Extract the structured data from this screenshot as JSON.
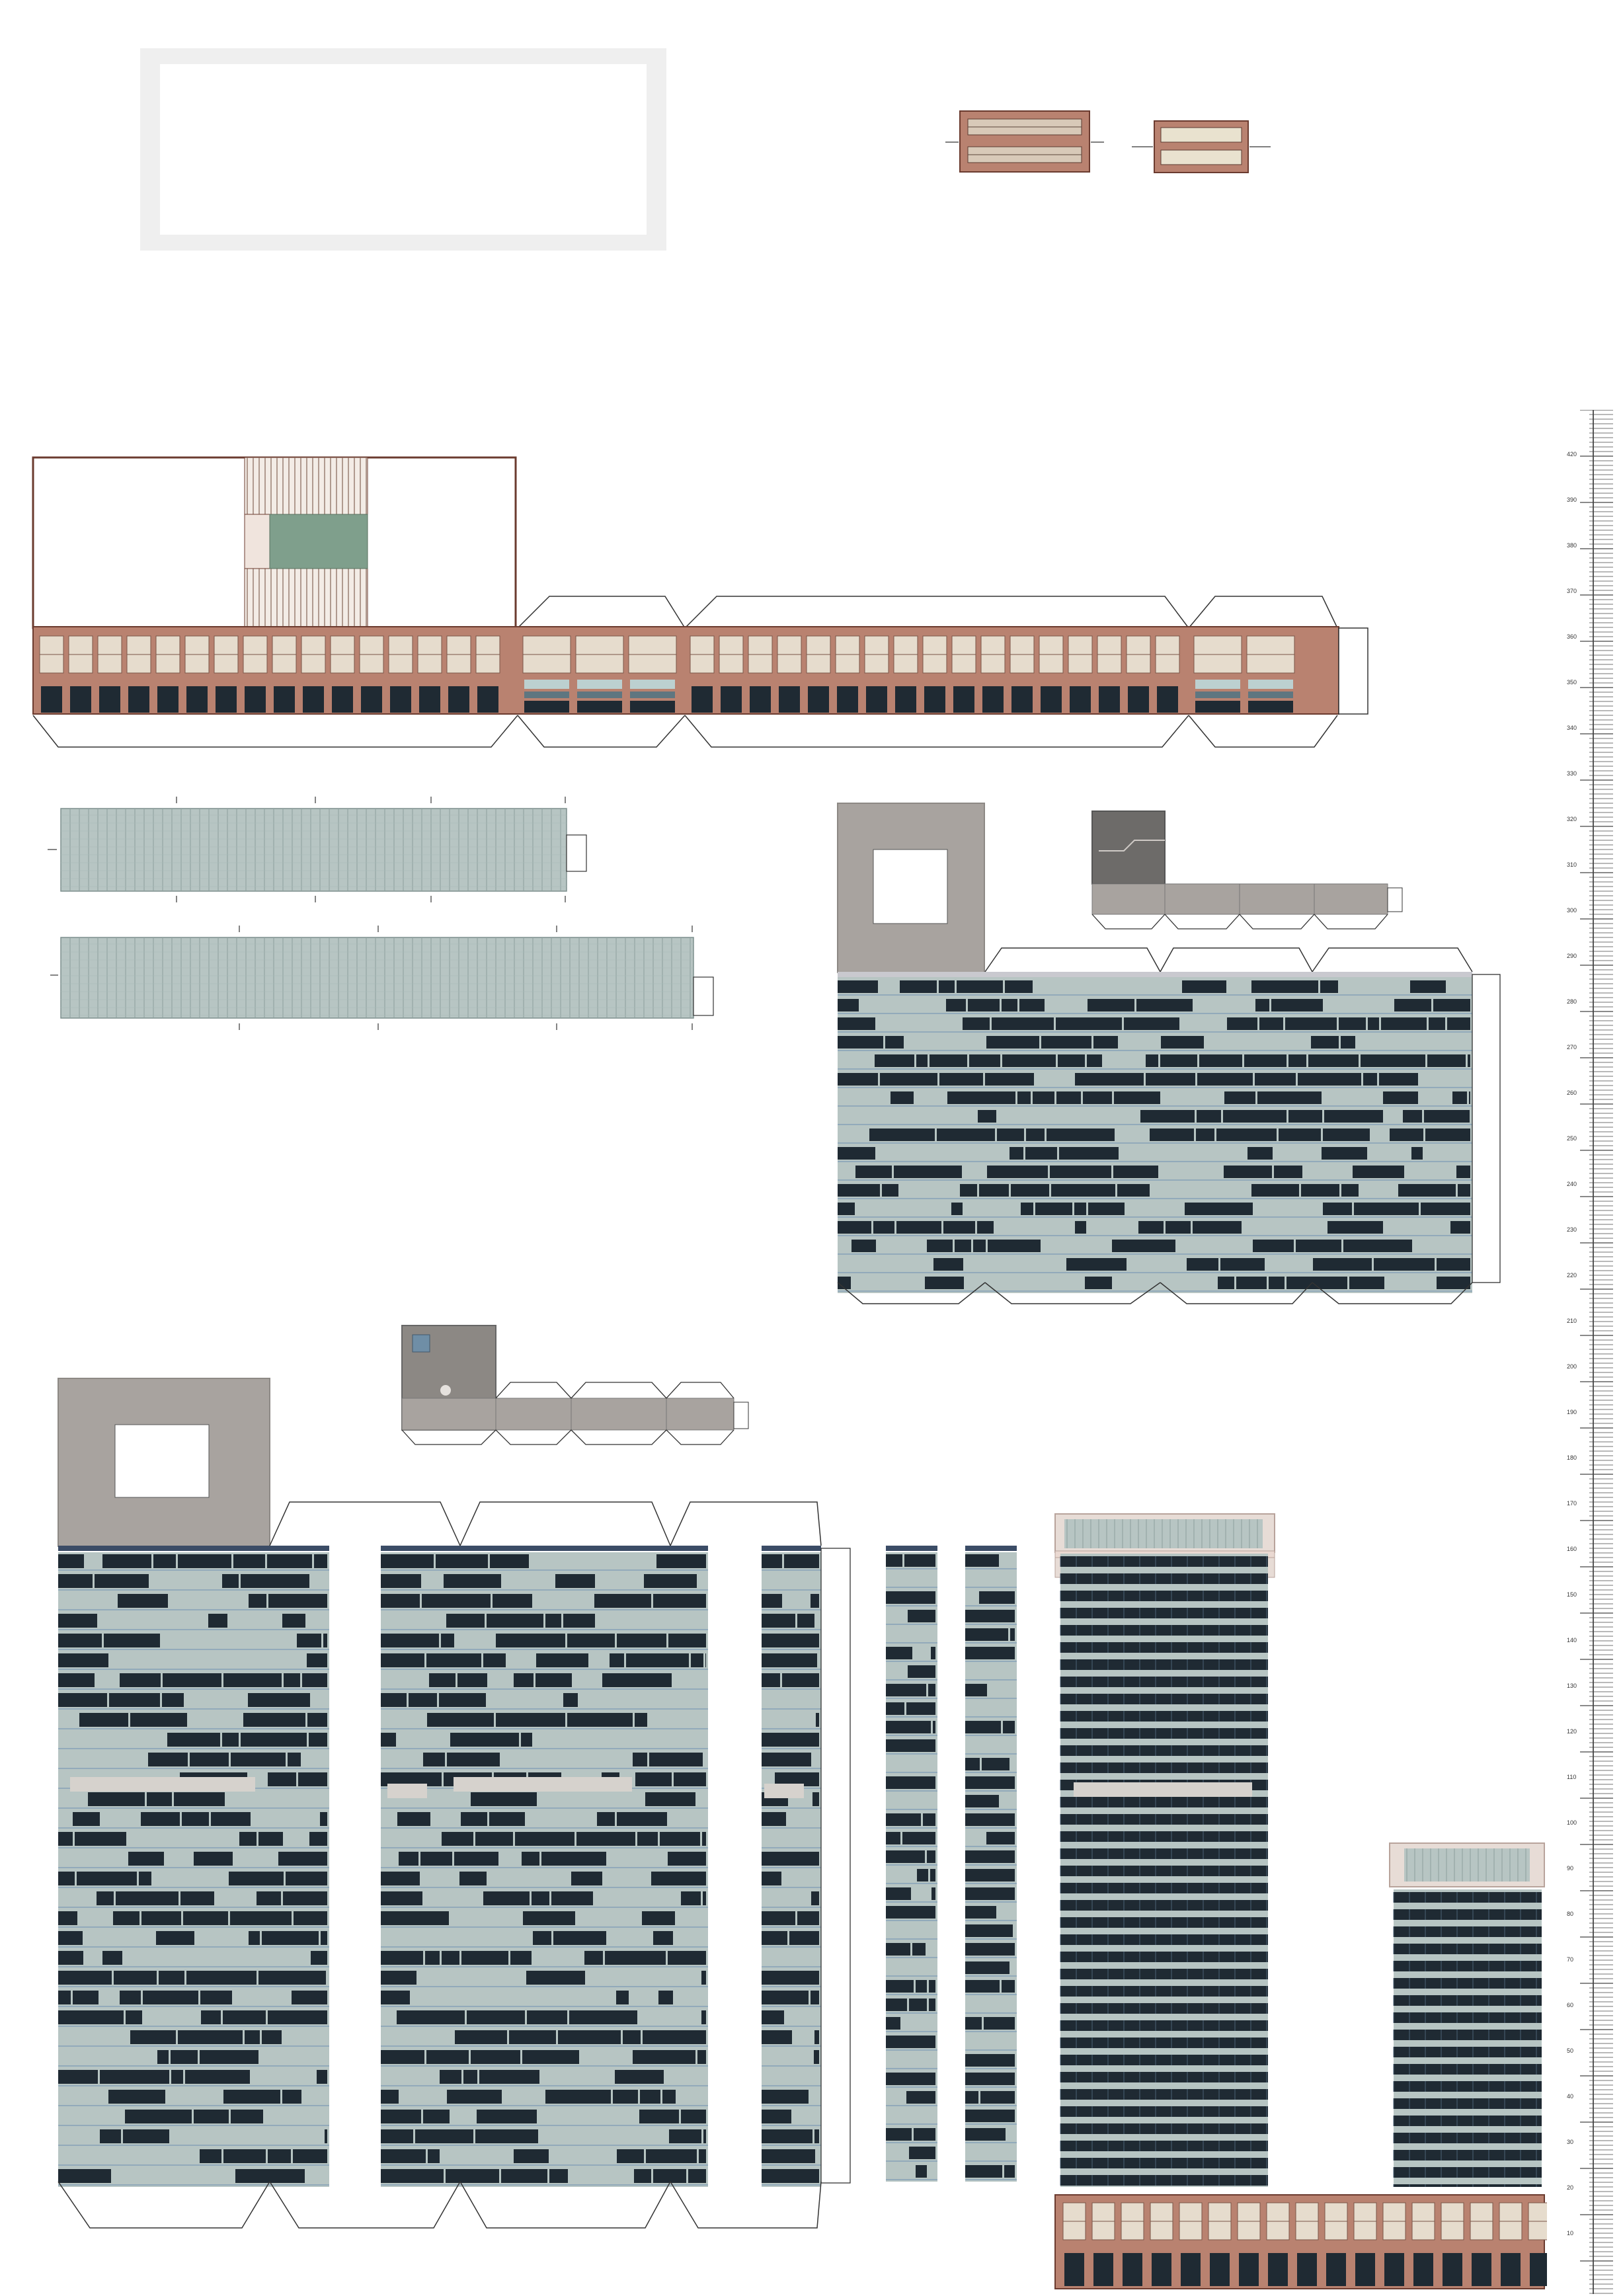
{
  "sheet": {
    "title": "",
    "scale_ruler": {
      "labels": [
        "420",
        "390",
        "380",
        "370",
        "360",
        "350",
        "340",
        "330",
        "320",
        "310",
        "300",
        "290",
        "280",
        "270",
        "260",
        "250",
        "240",
        "230",
        "220",
        "210",
        "200",
        "190",
        "180",
        "170",
        "160",
        "150",
        "140",
        "130",
        "120",
        "110",
        "100",
        "90",
        "80",
        "70",
        "60",
        "50",
        "40",
        "30",
        "20",
        "10"
      ]
    },
    "parts": [
      {
        "name": "blank-label-frame"
      },
      {
        "name": "small-brick-block-a"
      },
      {
        "name": "small-brick-block-b"
      },
      {
        "name": "long-brick-facade-strip"
      },
      {
        "name": "glass-roof-strip-upper"
      },
      {
        "name": "glass-roof-strip-lower"
      },
      {
        "name": "tower-a-roof-plan"
      },
      {
        "name": "tower-a-penthouse"
      },
      {
        "name": "tower-a-facade"
      },
      {
        "name": "tower-b-roof-plan"
      },
      {
        "name": "tower-b-penthouse"
      },
      {
        "name": "tower-b-facade"
      },
      {
        "name": "narrow-column-strip-a"
      },
      {
        "name": "narrow-column-strip-b"
      },
      {
        "name": "tall-tower-with-crown"
      },
      {
        "name": "short-tower-with-crown"
      },
      {
        "name": "brick-podium-bottom"
      }
    ]
  },
  "colors": {
    "brick": "#b98270",
    "brick_dark": "#6b3b2f",
    "glass_light": "#b7c5c3",
    "window_dark": "#1f2a33",
    "roof_grey": "#a8a39f",
    "garden_green": "#7f9f8c"
  }
}
